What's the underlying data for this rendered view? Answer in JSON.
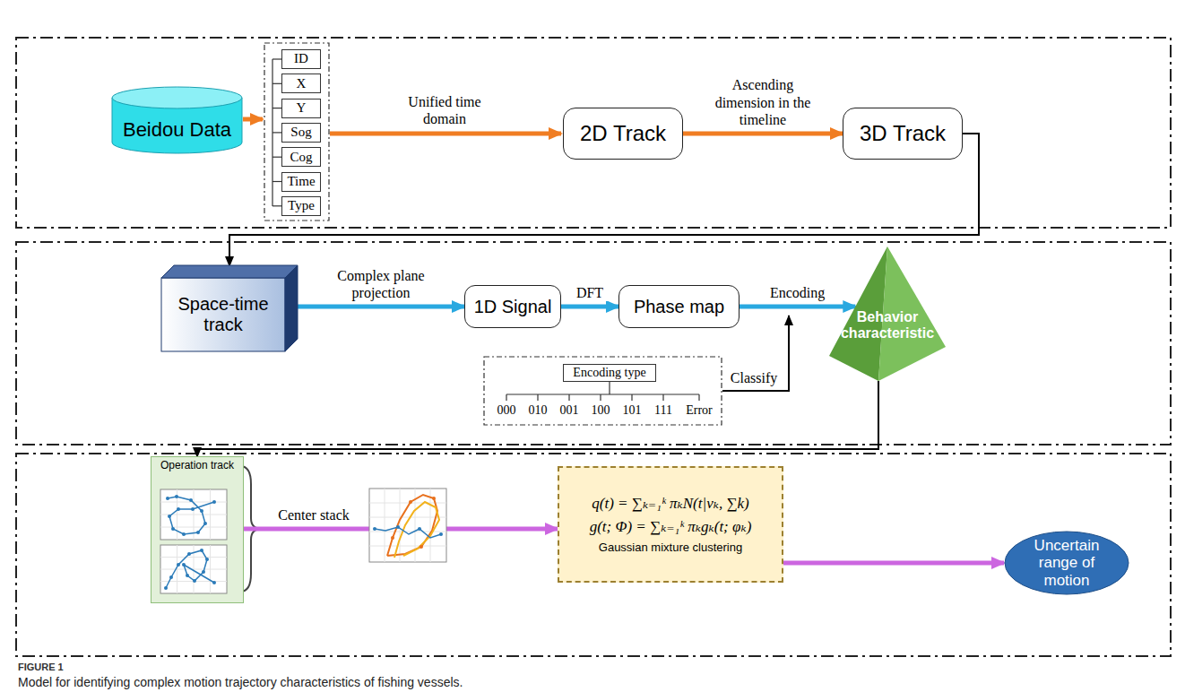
{
  "diagram": {
    "caption": "Model for identifying complex motion trajectory characteristics of fishing vessels.",
    "nodes": [
      {
        "text": [
          "Beidou Data"
        ]
      },
      {
        "text": [
          "ID"
        ]
      },
      {
        "text": [
          "X"
        ]
      },
      {
        "text": [
          "Y"
        ]
      },
      {
        "text": [
          "Sog"
        ]
      },
      {
        "text": [
          "Cog"
        ]
      },
      {
        "text": [
          "Time"
        ]
      },
      {
        "text": [
          "Type"
        ]
      },
      {
        "text": [
          "2D Track"
        ]
      },
      {
        "text": [
          "3D Track"
        ]
      },
      {
        "text": [
          "Space-time track"
        ]
      },
      {
        "text": [
          "1D Signal"
        ]
      },
      {
        "text": [
          "Phase map"
        ]
      },
      {
        "text": [
          "Behavior characteristic"
        ]
      },
      {
        "text": [
          "Encoding type"
        ]
      },
      {
        "text": [
          "Operation track"
        ]
      },
      {
        "text": [
          "q(t) = ∑ₖ₌₁ᵏ πₖN(t|vₖ, ∑k)",
          "g(t; Φ) = ∑ₖ₌₁ᵏ πₖgₖ(t; φₖ)",
          "Gaussian mixture clustering"
        ]
      },
      {
        "text": [
          "Uncertain range of motion"
        ]
      }
    ],
    "edges": [
      {
        "from": 8,
        "to": 9,
        "label": "Ascending dimension in the timeline",
        "arrow": "to"
      },
      {
        "from": 9,
        "to": 10,
        "arrow": "to"
      },
      {
        "from": 10,
        "to": 11,
        "label": "Complex plane projection",
        "arrow": "to"
      },
      {
        "from": 11,
        "to": 12,
        "label": "DFT",
        "arrow": "to"
      },
      {
        "from": 12,
        "to": 13,
        "label": "Encoding",
        "arrow": "to"
      },
      {
        "from": 13,
        "to": 15,
        "arrow": "to"
      },
      {
        "from": 15,
        "to": 16,
        "label": "Center stack",
        "arrow": "to"
      },
      {
        "from": 16,
        "to": 17,
        "arrow": "to"
      }
    ],
    "labels": [
      "Unified time domain",
      "000",
      "010",
      "001",
      "100",
      "101",
      "111",
      "Error",
      "Classify",
      "FIGURE 1"
    ]
  }
}
